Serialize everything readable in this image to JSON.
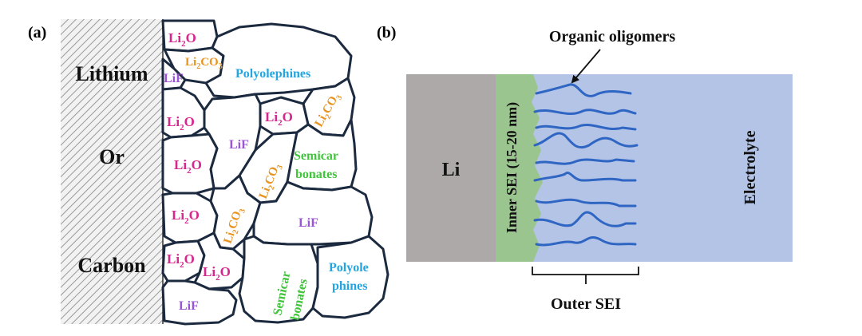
{
  "panel_a": {
    "label": "(a)",
    "side_labels": [
      "Lithium",
      "Or",
      "Carbon"
    ],
    "species": {
      "li2o": {
        "base": "Li",
        "sub": "2",
        "tail": "O"
      },
      "lif": "LiF",
      "li2co3": {
        "base": "Li",
        "sub1": "2",
        "mid": "CO",
        "sub2": "3"
      },
      "polyolephines": "Polyolephines",
      "polyole": "Polyole",
      "phines": "phines",
      "semicar": "Semicar",
      "bonates": "bonates"
    },
    "colors": {
      "li2o": "#d6278f",
      "lif": "#9a55d6",
      "li2co3": "#e89420",
      "semicarbonates": "#3fc43a",
      "polyolephines": "#22a5e0",
      "cell_border": "#1c2a40"
    }
  },
  "panel_b": {
    "label": "(b)",
    "li": "Li",
    "inner_sei": "Inner SEI (15-20 nm)",
    "electrolyte": "Electrolyte",
    "organic_oligomers": "Organic oligomers",
    "outer_sei": "Outer SEI",
    "colors": {
      "li": "#ada9a8",
      "inner_sei": "#9bc58e",
      "electrolyte": "#b3c4e6",
      "oligomer": "#2f66c3"
    }
  }
}
